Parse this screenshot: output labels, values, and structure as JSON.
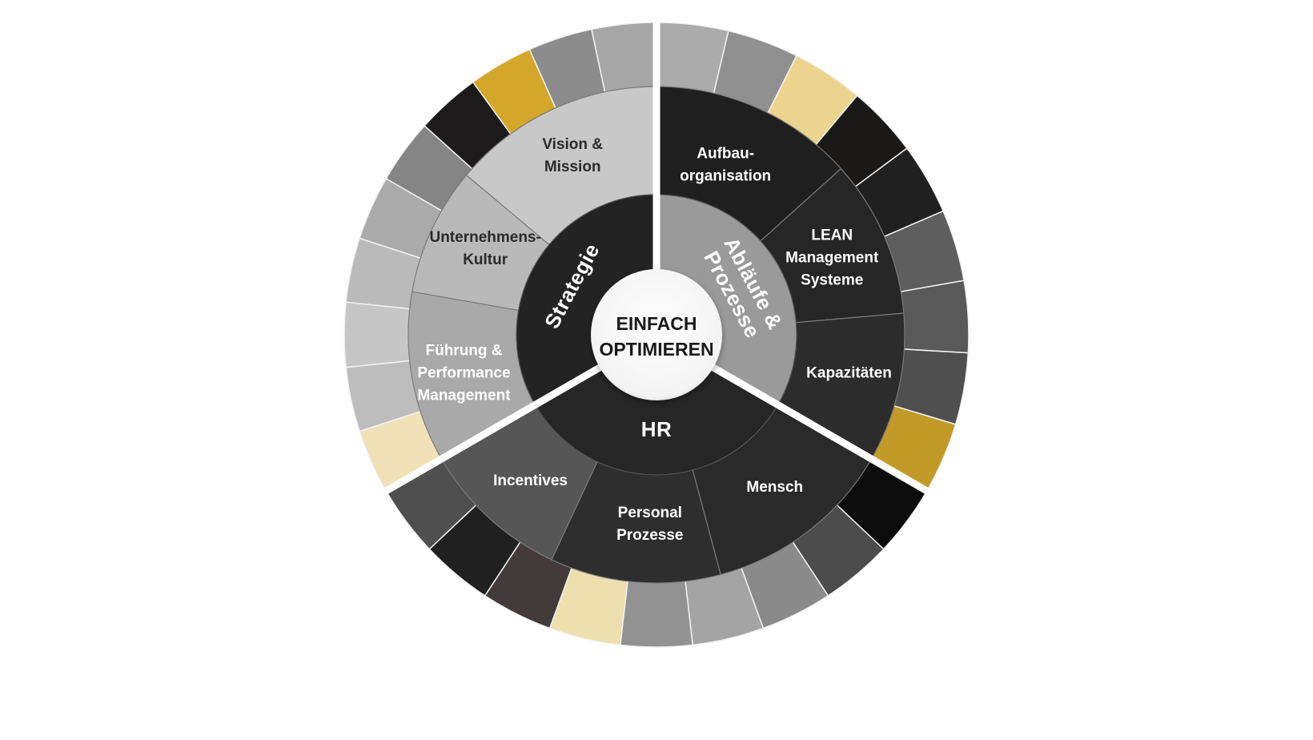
{
  "center": {
    "line1": "EINFACH",
    "line2": "OPTIMIEREN"
  },
  "core": [
    {
      "id": "strategie",
      "label": "Strategie",
      "color": "#232323"
    },
    {
      "id": "ablaeufe",
      "lines": [
        "Abläufe &",
        "Prozesse"
      ],
      "color": "#9a9a9a"
    },
    {
      "id": "hr",
      "label": "HR",
      "color": "#262626"
    }
  ],
  "middle": [
    {
      "id": "vision-mission",
      "lines": [
        "Vision &",
        "Mission"
      ],
      "color": "#c8c8c8",
      "text_color": "#2a2a2a"
    },
    {
      "id": "unternehmenskultur",
      "lines": [
        "Unternehmens-",
        "Kultur"
      ],
      "color": "#b9b9b9",
      "text_color": "#2a2a2a"
    },
    {
      "id": "fuehrung",
      "lines": [
        "Führung &",
        "Performance",
        "Management"
      ],
      "color": "#a9a9a9",
      "text_color": "#ffffff"
    },
    {
      "id": "aufbauorganisation",
      "lines": [
        "Aufbau-",
        "organisation"
      ],
      "color": "#1f1f1f",
      "text_color": "#ffffff"
    },
    {
      "id": "lean",
      "lines": [
        "LEAN",
        "Management",
        "Systeme"
      ],
      "color": "#262626",
      "text_color": "#ffffff"
    },
    {
      "id": "kapazitaeten",
      "lines": [
        "Kapazitäten"
      ],
      "color": "#2c2c2c",
      "text_color": "#ffffff"
    },
    {
      "id": "incentives",
      "lines": [
        "Incentives"
      ],
      "color": "#565656",
      "text_color": "#ffffff"
    },
    {
      "id": "personal-prozesse",
      "lines": [
        "Personal",
        "Prozesse"
      ],
      "color": "#2e2e2e",
      "text_color": "#ffffff"
    },
    {
      "id": "mensch",
      "lines": [
        "Mensch"
      ],
      "color": "#2a2a2a",
      "text_color": "#ffffff"
    }
  ],
  "outer_colors": {
    "strategie": [
      "#f0e2b6",
      "#bdbdbd",
      "#c6c6c6",
      "#bababa",
      "#aaaaaa",
      "#858585",
      "#1c1a1a",
      "#d4a62a",
      "#8c8c8c",
      "#a6a6a6"
    ],
    "ablaeufe": [
      "#ababab",
      "#909090",
      "#ecd48e",
      "#1b1818",
      "#202020",
      "#5e5e5e",
      "#595959",
      "#4f4f4f",
      "#c29a27"
    ],
    "hr": [
      "#0c0c0c",
      "#4c4c4c",
      "#8a8a8a",
      "#a4a4a4",
      "#929292",
      "#eedfae",
      "#433a3a",
      "#202020",
      "#4f4f4f"
    ]
  },
  "colors": {
    "center_fill": "#ffffff",
    "separator": "#ffffff"
  }
}
